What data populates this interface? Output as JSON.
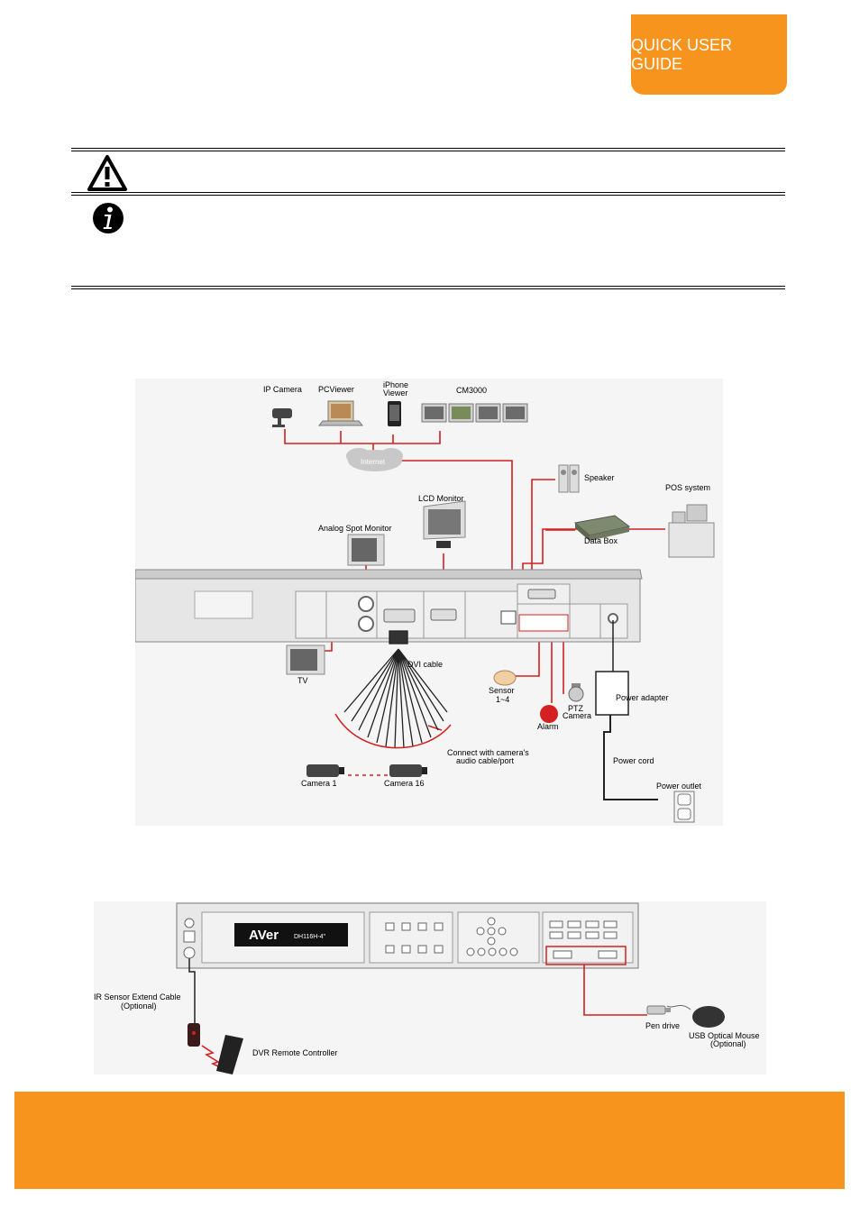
{
  "header": {
    "tab_label": "QUICK USER GUIDE"
  },
  "connection_diagram": {
    "labels": {
      "ip_camera": "IP Camera",
      "pcviewer": "PCViewer",
      "iphone_viewer_1": "iPhone",
      "iphone_viewer_2": "Viewer",
      "cm3000": "CM3000",
      "internet": "Internet",
      "speaker": "Speaker",
      "pos_system": "POS system",
      "lcd_monitor": "LCD Monitor",
      "analog_spot_monitor": "Analog Spot Monitor",
      "data_box": "Data Box",
      "tv": "TV",
      "dvi_cable": "DVI cable",
      "sensor_1": "Sensor",
      "sensor_2": "1~4",
      "ptz_1": "PTZ",
      "ptz_2": "Camera",
      "alarm": "Alarm",
      "power_adapter": "Power adapter",
      "connect_audio_1": "Connect with camera's",
      "connect_audio_2": "audio cable/port",
      "power_cord": "Power cord",
      "camera_1": "Camera 1",
      "camera_16": "Camera 16",
      "power_outlet": "Power outlet"
    }
  },
  "front_panel_diagram": {
    "labels": {
      "brand_logo": "AVer",
      "model": "DH116H-4\"",
      "ir_sensor_1": "IR Sensor Extend Cable",
      "ir_sensor_2": "(Optional)",
      "dvr_remote": "DVR Remote Controller",
      "pen_drive": "Pen drive",
      "usb_mouse_1": "USB Optical Mouse",
      "usb_mouse_2": "(Optional)"
    }
  },
  "colors": {
    "accent": "#f7941d",
    "cable_red": "#d42020"
  }
}
